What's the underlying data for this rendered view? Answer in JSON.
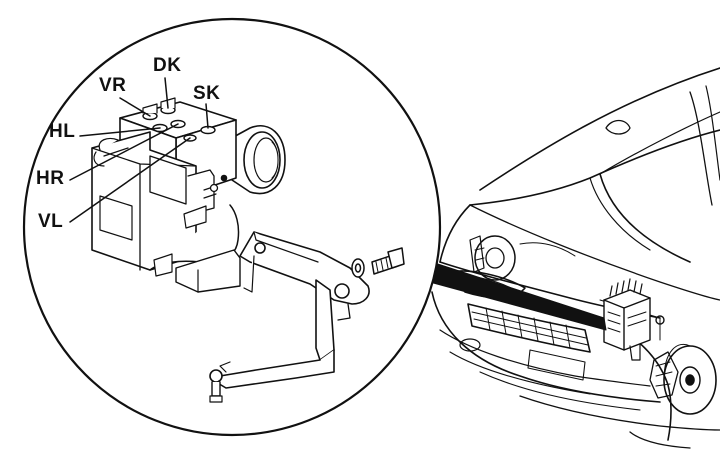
{
  "labels": {
    "dk": "DK",
    "vr": "VR",
    "sk": "SK",
    "hl": "HL",
    "hr": "HR",
    "vl": "VL"
  },
  "colors": {
    "line": "#111111",
    "fill": "#ffffff",
    "background": "#ffffff"
  }
}
